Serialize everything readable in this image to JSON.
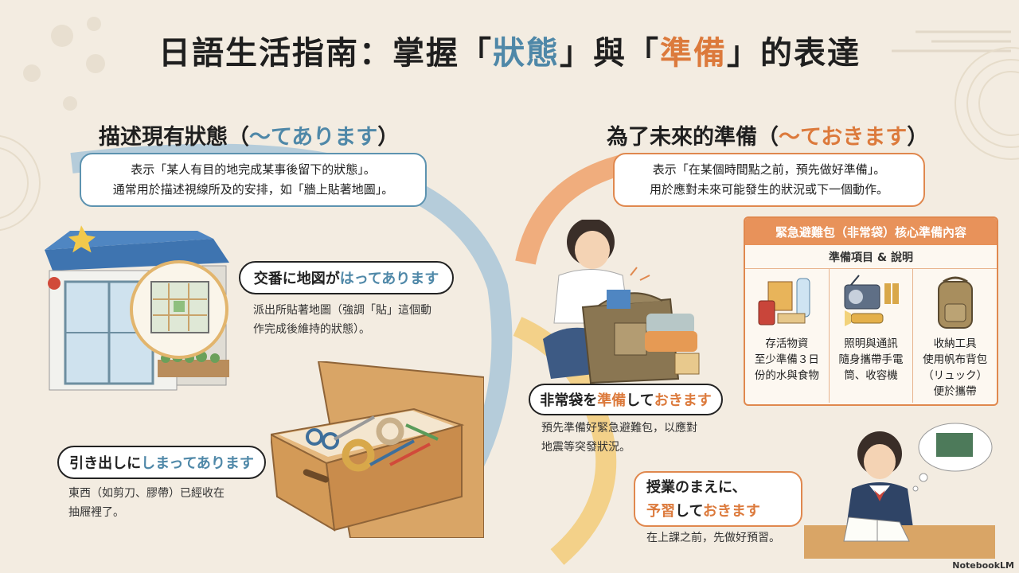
{
  "title": {
    "prefix": "日語生活指南：掌握「",
    "state": "狀態",
    "middle": "」與「",
    "prep": "準備",
    "suffix": "」的表達"
  },
  "left": {
    "heading": "描述現有狀態（",
    "heading_pattern": "〜てあります",
    "heading_close": "）",
    "definition_line1": "表示「某人有目的地完成某事後留下的狀態」。",
    "definition_line2": "通常用於描述視線所及的安排，如「牆上貼著地圖」。",
    "example1": {
      "sentence_a": "交番に地図が",
      "sentence_b": "はってあります",
      "caption_line1": "派出所貼著地圖（強調「貼」這個動",
      "caption_line2": "作完成後維持的狀態）。"
    },
    "example2": {
      "sentence_a": "引き出しに",
      "sentence_b": "しまってあります",
      "caption_line1": "東西（如剪刀、膠帶）已經收在",
      "caption_line2": "抽屜裡了。"
    }
  },
  "right": {
    "heading": "為了未來的準備（",
    "heading_pattern": "〜ておきます",
    "heading_close": "）",
    "definition_line1": "表示「在某個時間點之前，預先做好準備」。",
    "definition_line2": "用於應對未來可能發生的狀況或下一個動作。",
    "example1": {
      "sentence_a": "非常袋を",
      "sentence_b": "準備",
      "sentence_c": "して",
      "sentence_d": "おきます",
      "caption_line1": "預先準備好緊急避難包，以應對",
      "caption_line2": "地震等突發狀況。"
    },
    "example2": {
      "line1": "授業のまえに、",
      "line2_a": "予習",
      "line2_b": "して",
      "line2_c": "おきます",
      "caption": "在上課之前，先做好預習。"
    },
    "kit": {
      "header": "緊急避難包（非常袋）核心準備內容",
      "subheader": "準備項目 & 說明",
      "items": [
        {
          "icon": "food-water-icon",
          "line1": "存活物資",
          "line2": "至少準備３日",
          "line3": "份的水與食物"
        },
        {
          "icon": "radio-flashlight-icon",
          "line1": "照明與通訊",
          "line2": "隨身攜帶手電",
          "line3": "筒、收容機"
        },
        {
          "icon": "backpack-icon",
          "line1": "收納工具",
          "line2": "使用帆布背包",
          "line3": "（リュック）",
          "line4": "便於攜帶"
        }
      ]
    }
  },
  "footer": {
    "brand": "NotebookLM"
  },
  "colors": {
    "blue": "#4f88a8",
    "orange": "#dc7a3c",
    "background": "#f3ece1"
  }
}
